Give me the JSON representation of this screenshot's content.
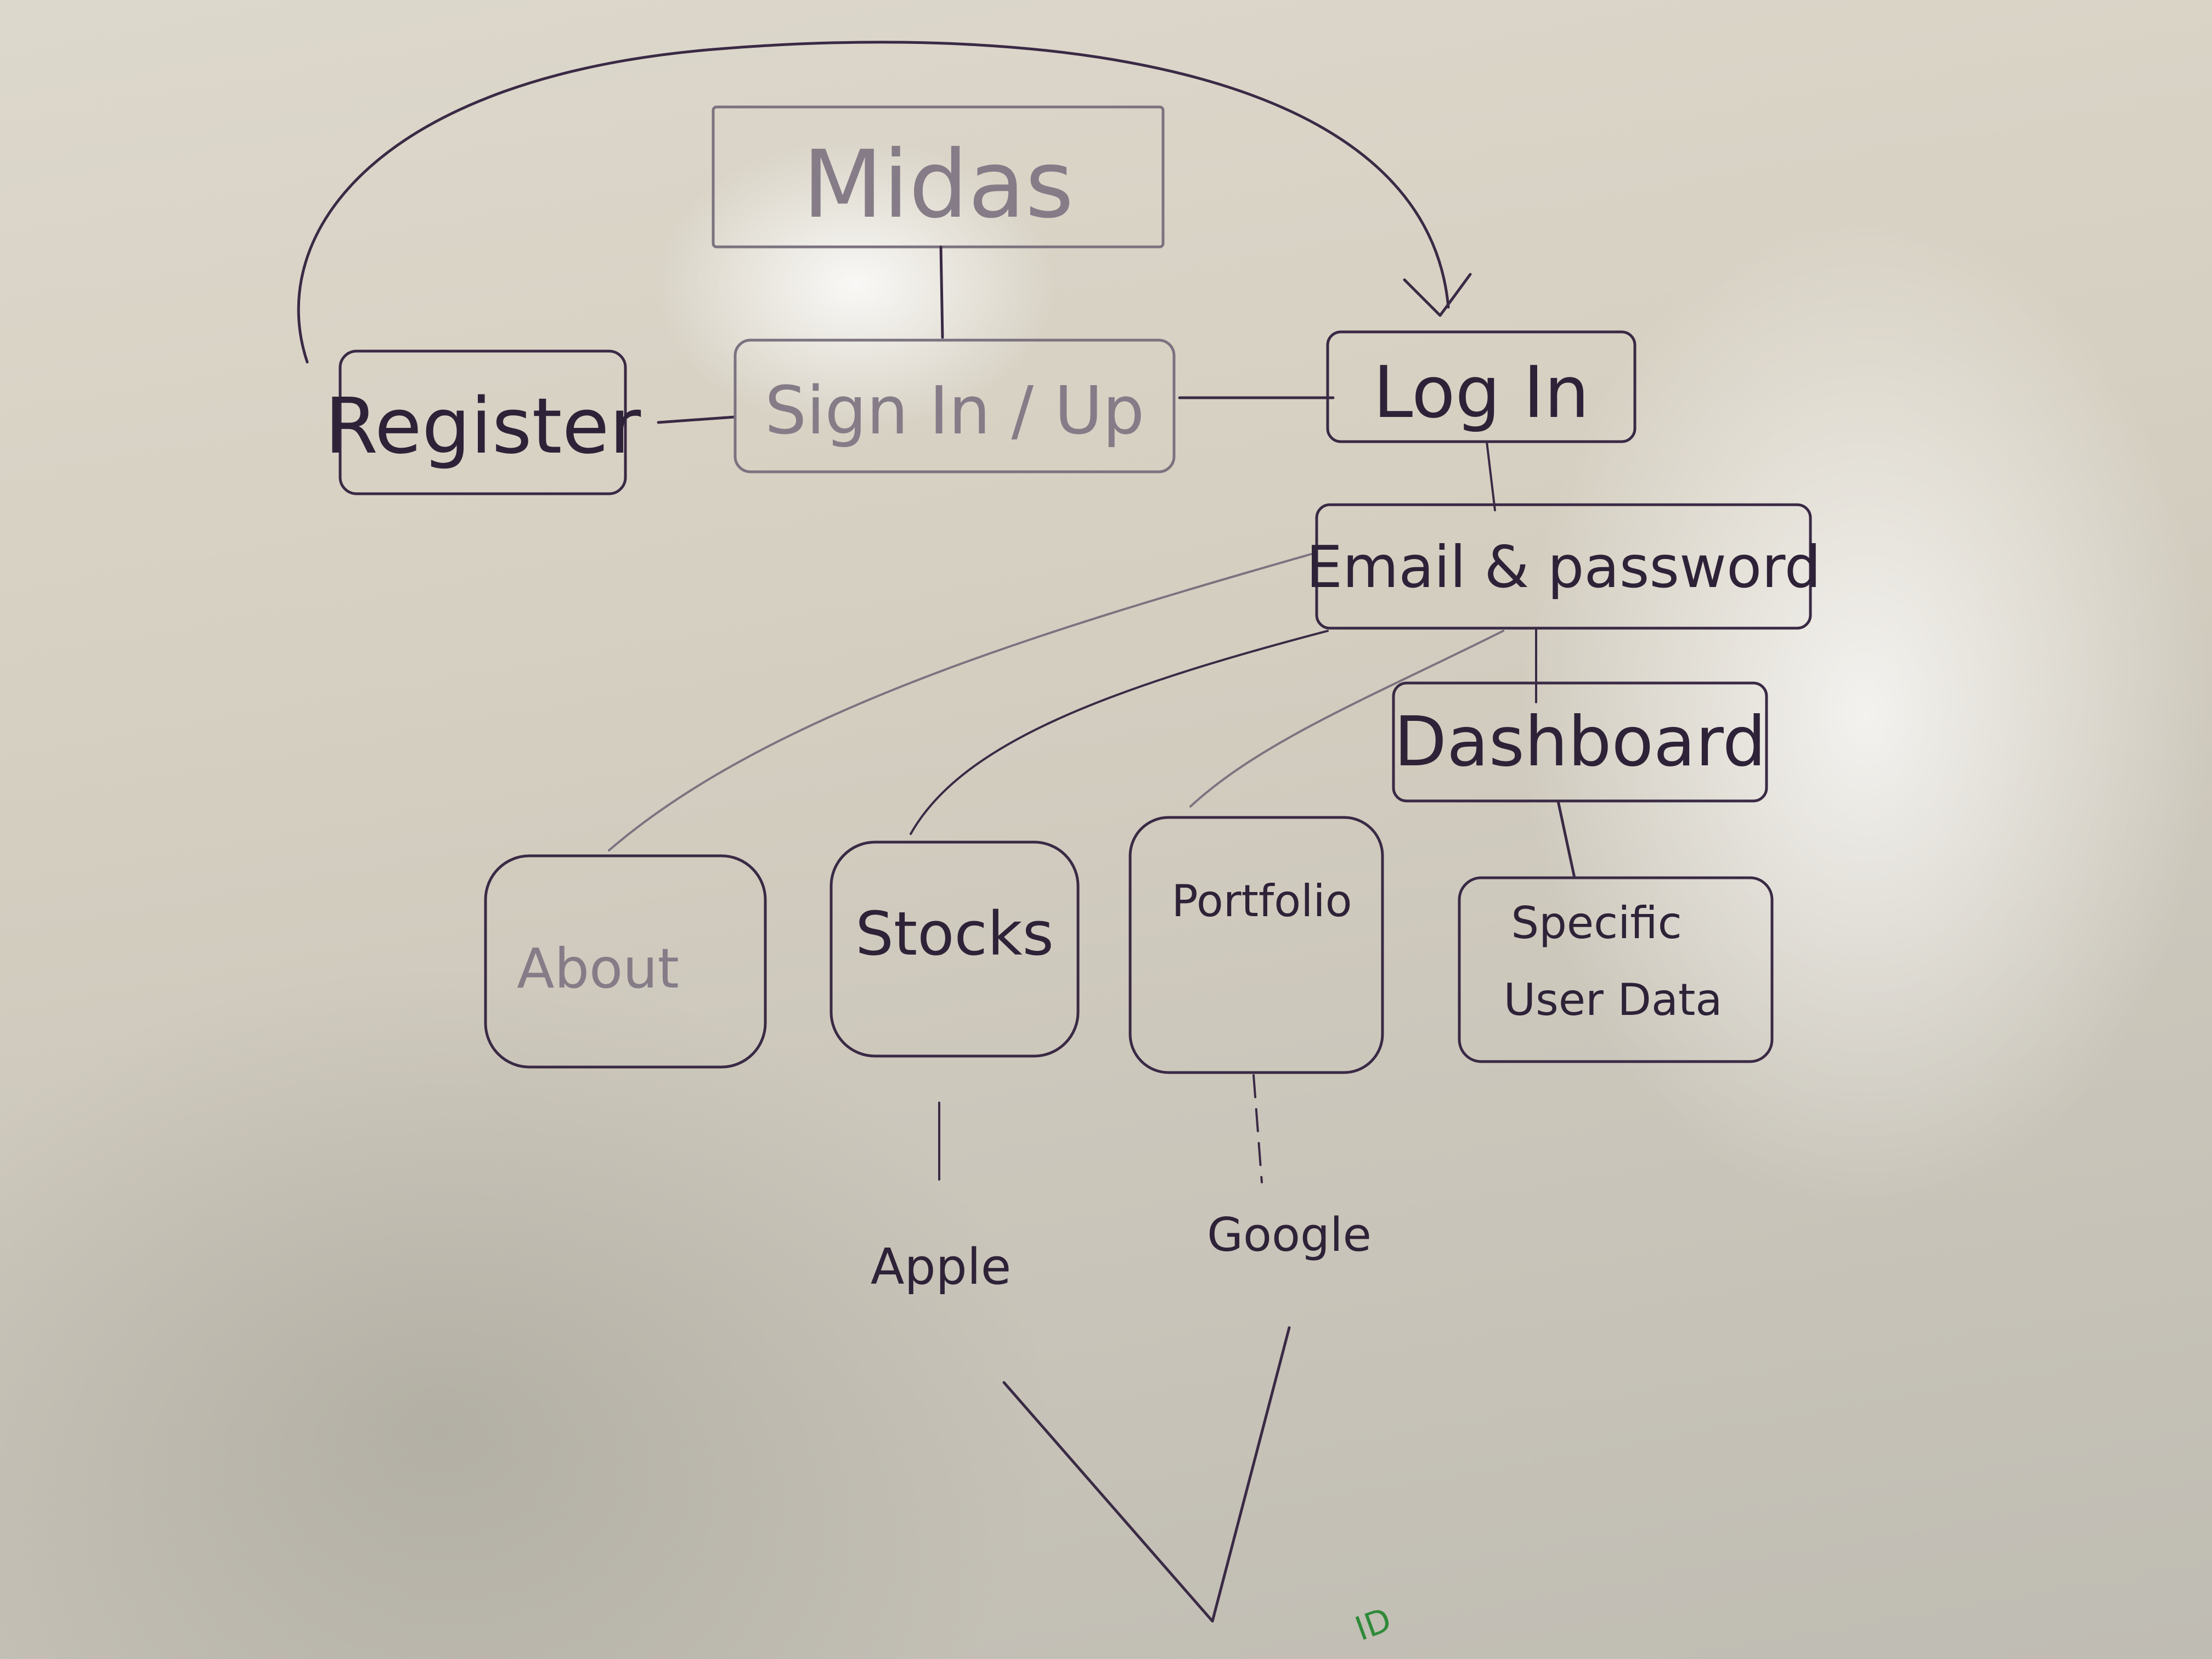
{
  "nodes": {
    "midas": "Midas",
    "sign_in_up": "Sign In / Up",
    "register": "Register",
    "log_in": "Log In",
    "email_password": "Email & password",
    "dashboard": "Dashboard",
    "about": "About",
    "stocks": "Stocks",
    "portfolio": "Portfolio",
    "specific_user_data_line1": "Specific",
    "specific_user_data_line2": "User Data"
  },
  "leaves": {
    "apple": "Apple",
    "google": "Google"
  },
  "annotation": {
    "id_mark": "ID"
  },
  "colors": {
    "ink": "#3a2a45",
    "green_marker": "#2f8a3a",
    "board": "#d6d0c2"
  }
}
